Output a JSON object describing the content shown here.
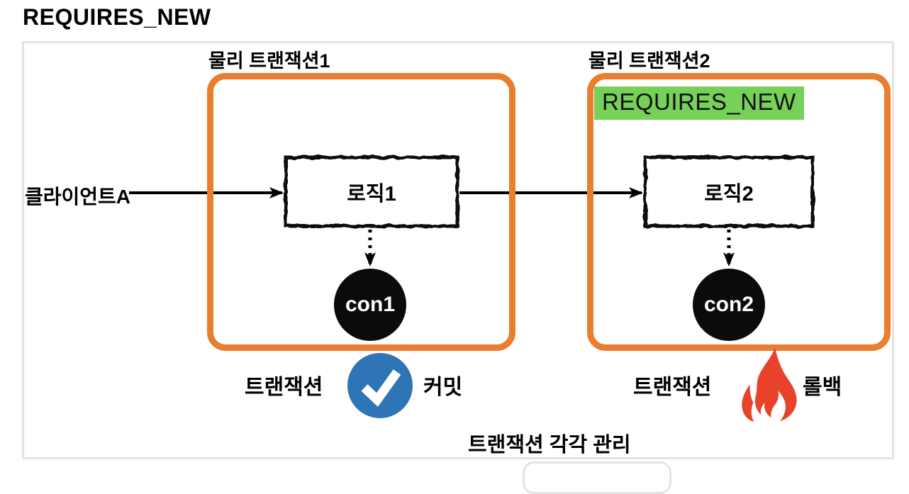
{
  "title": "REQUIRES_NEW",
  "diagram": {
    "client_label": "클라이언트A",
    "caption": "트랜잭션 각각 관리",
    "tx1": {
      "title": "물리 트랜잭션1",
      "logic_label": "로직1",
      "connection_label": "con1",
      "status_prefix": "트랜잭션",
      "status_result": "커밋"
    },
    "tx2": {
      "title": "물리 트랜잭션2",
      "tag": "REQUIRES_NEW",
      "logic_label": "로직2",
      "connection_label": "con2",
      "status_prefix": "트랜잭션",
      "status_result": "롤백"
    },
    "colors": {
      "orange_border": "#e87e2e",
      "green_highlight": "#77d158",
      "commit_blue": "#2e75b6",
      "rollback_red": "#e8432a",
      "frame_gray": "#e3e3e3",
      "connection_black": "#0b0b0b"
    }
  }
}
